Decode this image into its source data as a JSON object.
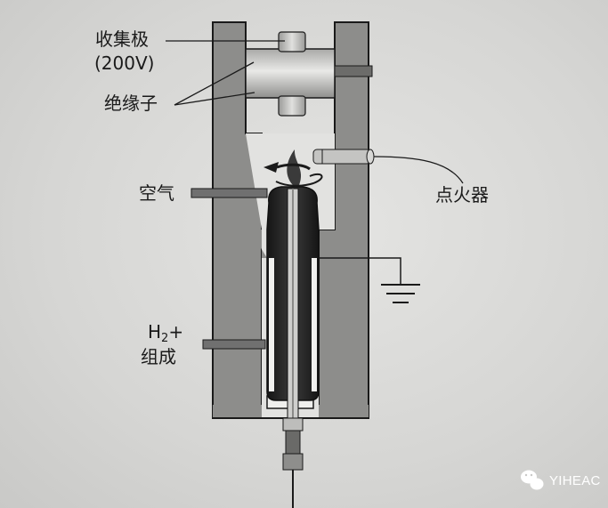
{
  "labels": {
    "collector": "收集极",
    "collector_voltage": "(200V)",
    "insulator": "绝缘子",
    "air": "空气",
    "igniter": "点火器",
    "h2_main": "H",
    "h2_sub": "2",
    "h2_plus": "+",
    "h2_line2": "组成"
  },
  "watermark": {
    "icon": "wechat-icon",
    "text": "YIHEAC"
  },
  "colors": {
    "body": "#8a8a88",
    "dark": "#2a2a2a",
    "line": "#1a1a1a",
    "flame": "#3a3a3a"
  }
}
